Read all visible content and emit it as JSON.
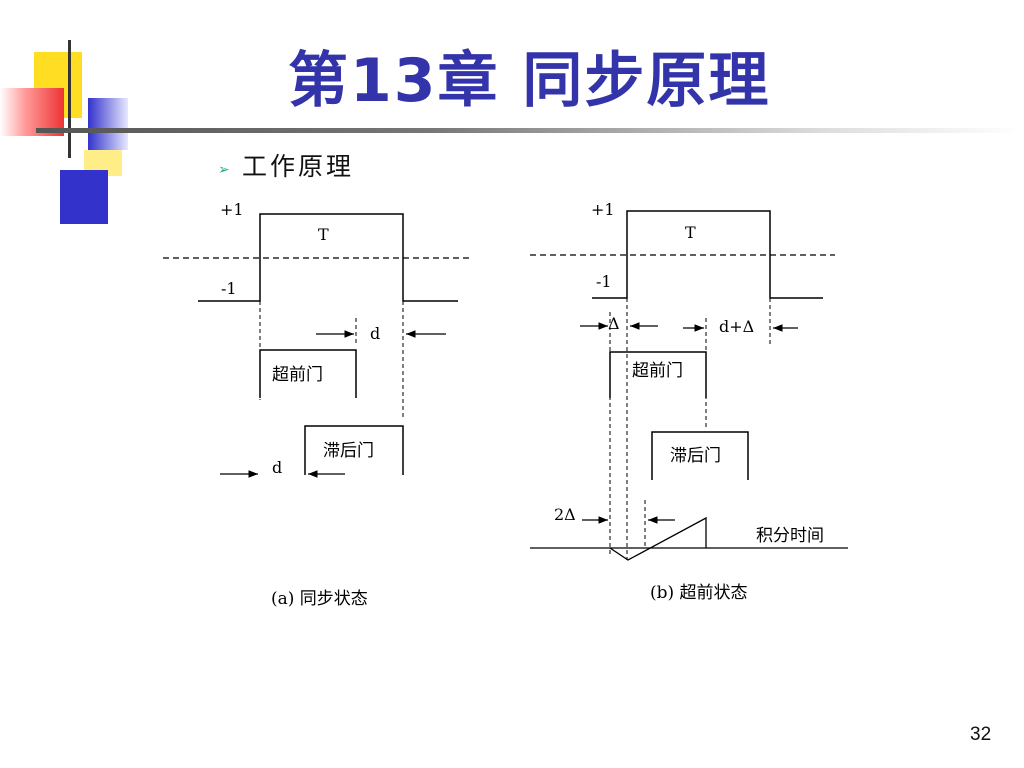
{
  "slide": {
    "title": "第13章 同步原理",
    "bullet": "工作原理",
    "page_number": "32"
  },
  "diagram_a": {
    "plus_one": "+1",
    "minus_one": "-1",
    "period": "T",
    "d_top": "d",
    "advance_gate": "超前门",
    "lag_gate": "滞后门",
    "d_bottom": "d",
    "caption": "(a) 同步状态"
  },
  "diagram_b": {
    "plus_one": "+1",
    "minus_one": "-1",
    "period": "T",
    "delta": "Δ",
    "d_plus_delta": "d+Δ",
    "advance_gate": "超前门",
    "lag_gate": "滞后门",
    "two_delta": "2Δ",
    "integration_time": "积分时间",
    "caption": "(b) 超前状态"
  },
  "colors": {
    "title": "#3333aa",
    "deco_yellow": "#ffdd22",
    "deco_blue": "#3333cc",
    "deco_red": "#ee3333",
    "bullet_arrow": "#22aa88"
  }
}
